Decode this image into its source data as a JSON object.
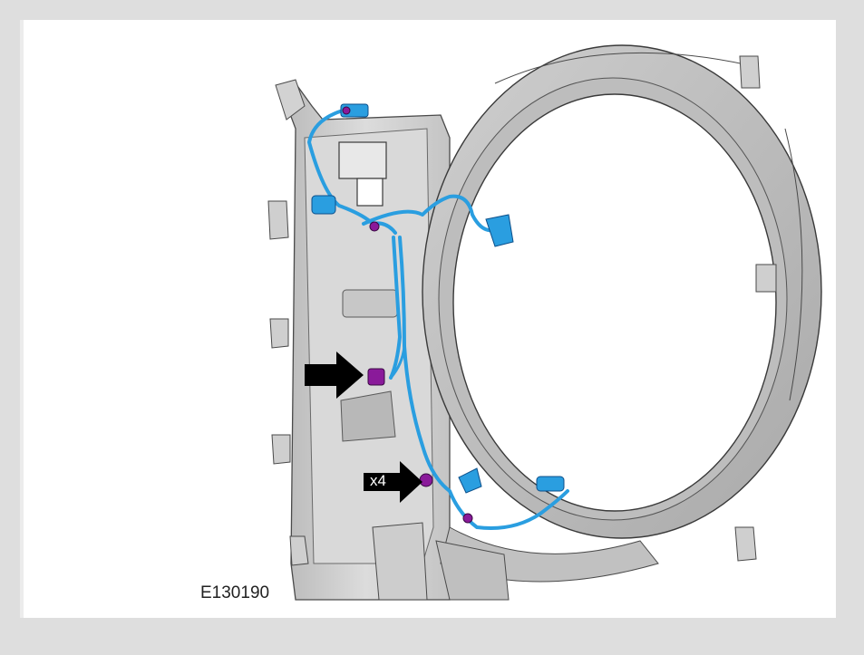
{
  "figure": {
    "id_label": "E130190",
    "callouts": [
      {
        "kind": "arrow",
        "text": ""
      },
      {
        "kind": "arrow-with-qty",
        "text": "x4"
      }
    ]
  },
  "colors": {
    "background": "#dedede",
    "panel": "#ffffff",
    "part_gray": "#c8c8c8",
    "part_outline": "#4a4a4a",
    "harness_blue": "#2a9ee0",
    "clip_purple": "#8a1a9a",
    "arrow_black": "#000000"
  }
}
